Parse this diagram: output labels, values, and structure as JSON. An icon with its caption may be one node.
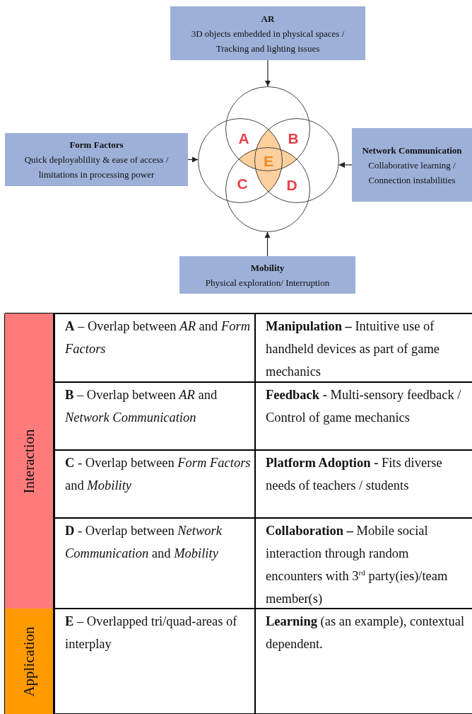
{
  "diagram": {
    "nodes": [
      {
        "text": [
          "AR",
          "3D objects embedded in physical spaces / Tracking and lighting issues"
        ]
      },
      {
        "text": [
          "Form Factors",
          "Quick deployablility & ease of access / limitations in processing power"
        ]
      },
      {
        "text": [
          "Network Communication",
          "Collaborative learning / Connection instabilities"
        ]
      },
      {
        "text": [
          "Mobility",
          "Physical exploration/ Interruption"
        ]
      },
      {
        "text": [],
        "shape": "circle"
      },
      {
        "text": [],
        "shape": "circle"
      },
      {
        "text": [],
        "shape": "circle"
      },
      {
        "text": [],
        "shape": "circle"
      }
    ],
    "edges": [
      {
        "from": 0,
        "to": 4,
        "arrow": "to"
      },
      {
        "from": 1,
        "to": 5,
        "arrow": "to"
      },
      {
        "from": 2,
        "to": 6,
        "arrow": "to"
      },
      {
        "from": 3,
        "to": 7,
        "arrow": "to"
      }
    ],
    "labels": [
      "A",
      "B",
      "E",
      "C",
      "D",
      "Interaction",
      "**A** – Overlap between *AR* and *Form Factors*",
      "**Manipulation –** Intuitive use of handheld devices as part of game mechanics",
      "**B** – Overlap between *AR* and *Network Communication*",
      "**Feedback -** Multi-sensory feedback / Control of game mechanics",
      "**C** - Overlap between *Form Factors* and *Mobility*",
      "**Platform Adoption -** Fits diverse needs of teachers / students",
      "**D** - Overlap between *Network Communication* and *Mobility*",
      "**Collaboration –** Mobile social interaction through random encounters with 3$^{rd}$ party(ies)/team member(s)",
      "Application",
      "**E** – Overlapped tri/quad-areas of interplay",
      "**Learning** (as an example), contextual dependent."
    ]
  }
}
